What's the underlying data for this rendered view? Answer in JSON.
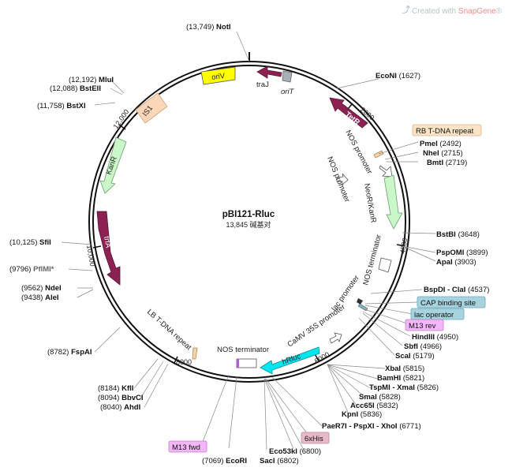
{
  "brand": {
    "prefix": "Created with ",
    "name": "SnapGene",
    "suffix": "®"
  },
  "plasmid": {
    "name": "pBI121-Rluc",
    "size_text": "13,845 碱基对",
    "length": 13845
  },
  "ticks": [
    {
      "pos": 2000,
      "label": "2000"
    },
    {
      "pos": 4000,
      "label": "4000"
    },
    {
      "pos": 6000,
      "label": "6000"
    },
    {
      "pos": 8000,
      "label": "8000"
    },
    {
      "pos": 10000,
      "label": "10,000"
    },
    {
      "pos": 12000,
      "label": "12,000"
    }
  ],
  "features": [
    {
      "name": "oriV",
      "color": "#ffff00",
      "type": "box",
      "label": "oriV"
    },
    {
      "name": "traJ",
      "color": "#8b2252",
      "type": "arrow-ccw",
      "label": "traJ"
    },
    {
      "name": "oriT",
      "color": "#a7b0b6",
      "type": "box",
      "label": "oriT"
    },
    {
      "name": "TetR",
      "color": "#8b2252",
      "type": "arrow-ccw",
      "label": "TetR"
    },
    {
      "name": "NOS promoter (outer)",
      "color": "#ffffff",
      "type": "arrow",
      "label": "NOS promoter"
    },
    {
      "name": "NeoR/KanR",
      "color": "#c9f7c9",
      "type": "arrow-cw",
      "label": "NeoR/KanR"
    },
    {
      "name": "NOS promoter (inner)",
      "color": "#ffffff",
      "type": "arrow",
      "label": "NOS promoter"
    },
    {
      "name": "NOS terminator (right)",
      "color": "#ffffff",
      "type": "box",
      "label": "NOS terminator"
    },
    {
      "name": "lac promoter",
      "color": "#ffffff",
      "type": "arrow",
      "label": "lac promoter"
    },
    {
      "name": "CaMV 35S promoter",
      "color": "#ffffff",
      "type": "arrow",
      "label": "CaMV 35S promoter"
    },
    {
      "name": "hRluc",
      "color": "#00e6f0",
      "type": "arrow-ccw",
      "label": "hRluc"
    },
    {
      "name": "NOS terminator (bottom)",
      "color": "#ffffff",
      "type": "box",
      "label": "NOS terminator"
    },
    {
      "name": "LB T-DNA repeat",
      "color": "#f6d5a8",
      "type": "box",
      "label": "LB T-DNA repeat"
    },
    {
      "name": "trfA",
      "color": "#8b2252",
      "type": "arrow-cw",
      "label": "trfA"
    },
    {
      "name": "KanR",
      "color": "#c9f7c9",
      "type": "arrow-ccw",
      "label": "KanR"
    },
    {
      "name": "IS1",
      "color": "#f9d7b8",
      "type": "box",
      "label": "IS1"
    }
  ],
  "sites": [
    {
      "name": "NotI",
      "pos": "(13,749)",
      "enzyme": "NotI"
    },
    {
      "name": "EcoNI",
      "pos": "(1627)",
      "enzyme": "EcoNI"
    },
    {
      "name": "PmeI",
      "pos": "(2492)",
      "enzyme": "PmeI"
    },
    {
      "name": "NheI",
      "pos": "(2715)",
      "enzyme": "NheI"
    },
    {
      "name": "BmtI",
      "pos": "(2719)",
      "enzyme": "BmtI"
    },
    {
      "name": "BstBI",
      "pos": "(3648)",
      "enzyme": "BstBI"
    },
    {
      "name": "PspOMI",
      "pos": "(3899)",
      "enzyme": "PspOMI"
    },
    {
      "name": "ApaI",
      "pos": "(3903)",
      "enzyme": "ApaI"
    },
    {
      "name": "BspDI-ClaI",
      "pos": "(4537)",
      "enzyme": "BspDI - ClaI"
    },
    {
      "name": "HindIII",
      "pos": "(4950)",
      "enzyme": "HindIII"
    },
    {
      "name": "SbfI",
      "pos": "(4966)",
      "enzyme": "SbfI"
    },
    {
      "name": "ScaI",
      "pos": "(5179)",
      "enzyme": "ScaI"
    },
    {
      "name": "XbaI",
      "pos": "(5815)",
      "enzyme": "XbaI"
    },
    {
      "name": "BamHI",
      "pos": "(5821)",
      "enzyme": "BamHI"
    },
    {
      "name": "TspMI-XmaI",
      "pos": "(5826)",
      "enzyme": "TspMI - XmaI"
    },
    {
      "name": "SmaI",
      "pos": "(5828)",
      "enzyme": "SmaI"
    },
    {
      "name": "Acc65I",
      "pos": "(5832)",
      "enzyme": "Acc65I"
    },
    {
      "name": "KpnI",
      "pos": "(5836)",
      "enzyme": "KpnI"
    },
    {
      "name": "PaeR7I-PspXI-XhoI",
      "pos": "(6771)",
      "enzyme": "PaeR7I - PspXI - XhoI"
    },
    {
      "name": "Eco53kI",
      "pos": "(6800)",
      "enzyme": "Eco53kI"
    },
    {
      "name": "SacI",
      "pos": "(6802)",
      "enzyme": "SacI"
    },
    {
      "name": "EcoRI",
      "pos": "(7069)",
      "enzyme": "EcoRI"
    },
    {
      "name": "AhdI",
      "pos": "(8040)",
      "enzyme": "AhdI"
    },
    {
      "name": "BbvCI",
      "pos": "(8094)",
      "enzyme": "BbvCI"
    },
    {
      "name": "KflI",
      "pos": "(8184)",
      "enzyme": "KflI"
    },
    {
      "name": "FspAI",
      "pos": "(8782)",
      "enzyme": "FspAI"
    },
    {
      "name": "AleI",
      "pos": "(9438)",
      "enzyme": "AleI"
    },
    {
      "name": "NdeI",
      "pos": "(9562)",
      "enzyme": "NdeI"
    },
    {
      "name": "PflMI",
      "pos": "(9796)",
      "enzyme": "PflMI*"
    },
    {
      "name": "SfiI",
      "pos": "(10,125)",
      "enzyme": "SfiI"
    },
    {
      "name": "BstXI",
      "pos": "(11,758)",
      "enzyme": "BstXI"
    },
    {
      "name": "BstEII",
      "pos": "(12,088)",
      "enzyme": "BstEII"
    },
    {
      "name": "MluI",
      "pos": "(12,192)",
      "enzyme": "MluI"
    }
  ],
  "boxed_labels": [
    {
      "name": "RB T-DNA repeat",
      "text": "RB T-DNA repeat",
      "fill": "#fbe3c5",
      "stroke": "#d9b58a"
    },
    {
      "name": "CAP binding site",
      "text": "CAP binding site",
      "fill": "#a6d3de",
      "stroke": "#6aa9b8"
    },
    {
      "name": "lac operator",
      "text": "lac operator",
      "fill": "#a6d3de",
      "stroke": "#6aa9b8"
    },
    {
      "name": "M13 rev",
      "text": "M13 rev",
      "fill": "#f3b6f8",
      "stroke": "#c27ac9"
    },
    {
      "name": "6xHis",
      "text": "6xHis",
      "fill": "#e8b9c8",
      "stroke": "#b98a9a"
    },
    {
      "name": "M13 fwd",
      "text": "M13 fwd",
      "fill": "#f3b6f8",
      "stroke": "#c27ac9"
    }
  ]
}
